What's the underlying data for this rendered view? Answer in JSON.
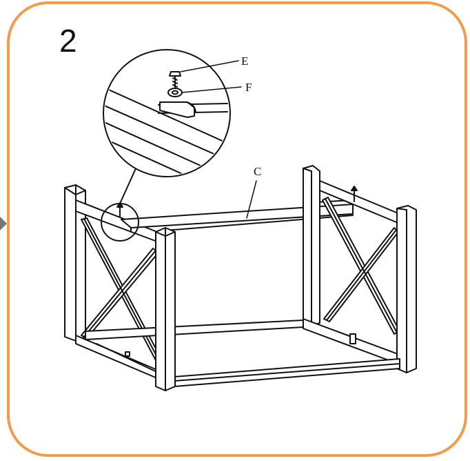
{
  "step": {
    "number": "2"
  },
  "parts": {
    "e": "E",
    "f": "F",
    "c": "C"
  },
  "colors": {
    "frame_border": "#f39a4b",
    "line_art": "#111111"
  }
}
